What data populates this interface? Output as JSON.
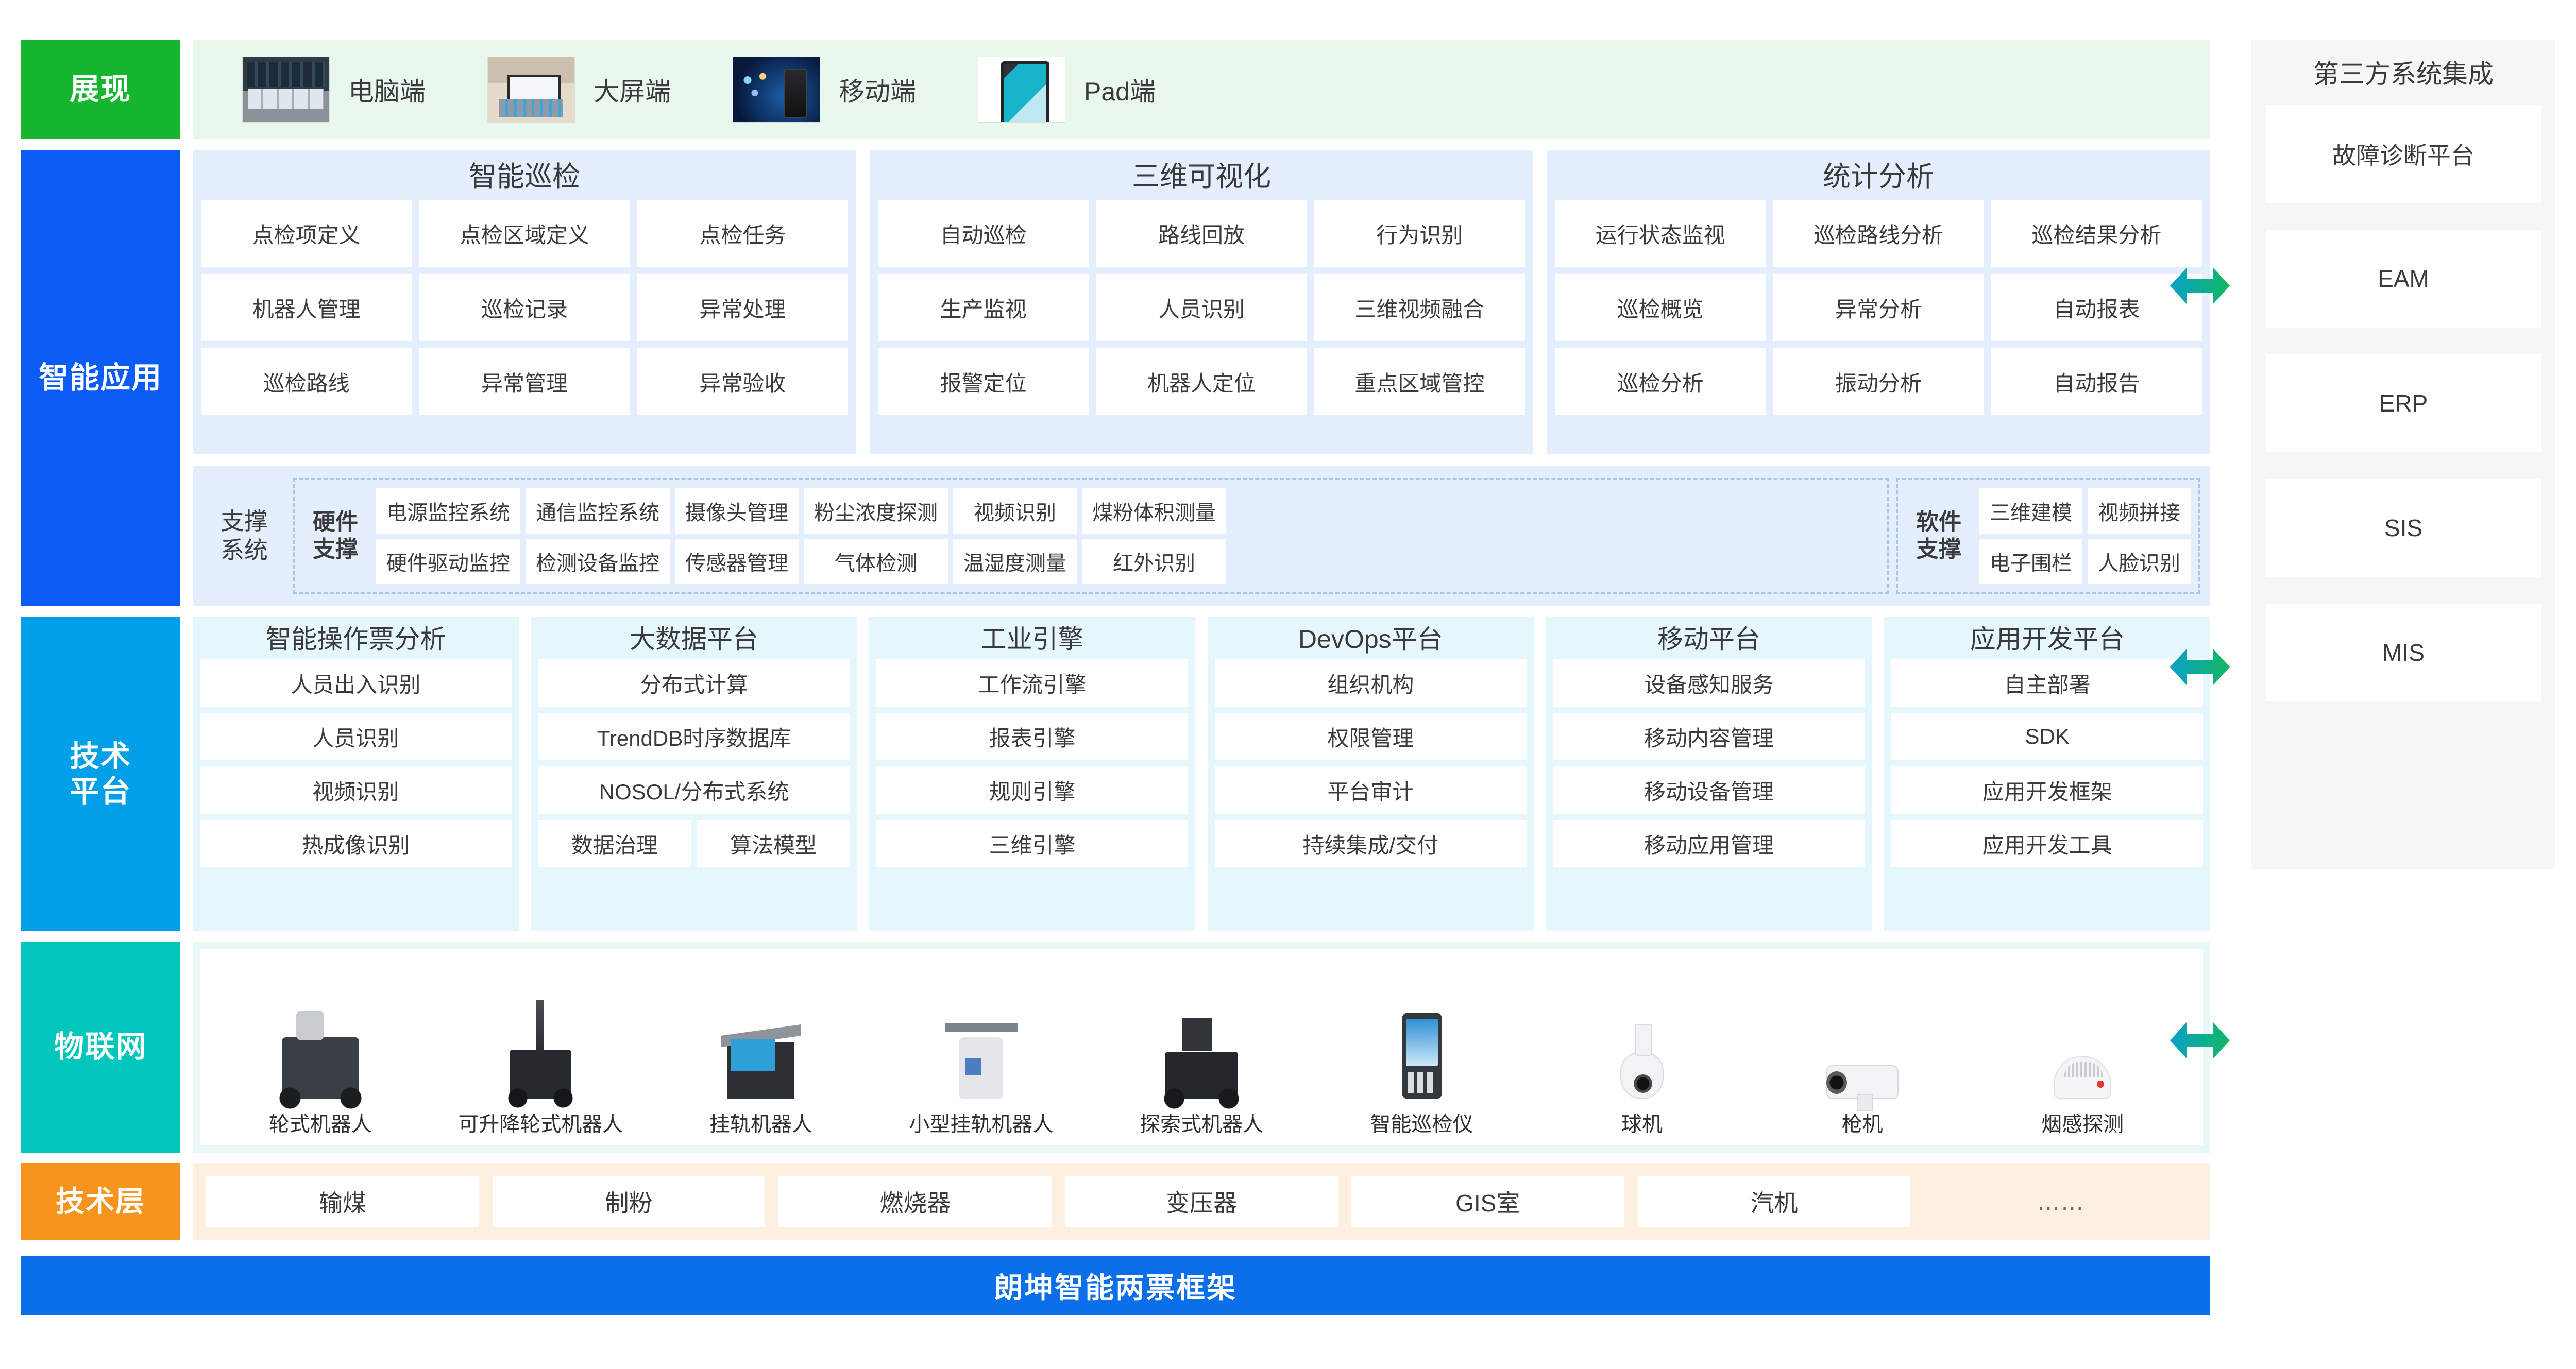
{
  "layers": {
    "present": {
      "tag": "展现",
      "items": [
        {
          "label": "电脑端",
          "thumb": "control-room-thumbnail"
        },
        {
          "label": "大屏端",
          "thumb": "big-screen-hall-thumbnail"
        },
        {
          "label": "移动端",
          "thumb": "smartphone-thumbnail"
        },
        {
          "label": "Pad端",
          "thumb": "tablet-thumbnail"
        }
      ]
    },
    "application": {
      "tag": "智能应用",
      "groups": [
        {
          "title": "智能巡检",
          "cells": [
            "点检项定义",
            "点检区域定义",
            "点检任务",
            "机器人管理",
            "巡检记录",
            "异常处理",
            "巡检路线",
            "异常管理",
            "异常验收"
          ]
        },
        {
          "title": "三维可视化",
          "cells": [
            "自动巡检",
            "路线回放",
            "行为识别",
            "生产监视",
            "人员识别",
            "三维视频融合",
            "报警定位",
            "机器人定位",
            "重点区域管控"
          ]
        },
        {
          "title": "统计分析",
          "cells": [
            "运行状态监视",
            "巡检路线分析",
            "巡检结果分析",
            "巡检概览",
            "异常分析",
            "自动报表",
            "巡检分析",
            "振动分析",
            "自动报告"
          ]
        }
      ],
      "support": {
        "name": "支撑\n系统",
        "name_line1": "支撑",
        "name_line2": "系统",
        "hardware": {
          "label_line1": "硬件",
          "label_line2": "支撑",
          "row1": [
            "电源监控系统",
            "通信监控系统",
            "摄像头管理",
            "粉尘浓度探测",
            "视频识别",
            "煤粉体积测量"
          ],
          "row2": [
            "硬件驱动监控",
            "检测设备监控",
            "传感器管理",
            "气体检测",
            "温湿度测量",
            "红外识别"
          ]
        },
        "software": {
          "label_line1": "软件",
          "label_line2": "支撑",
          "row1": [
            "三维建模",
            "视频拼接"
          ],
          "row2": [
            "电子围栏",
            "人脸识别"
          ]
        }
      }
    },
    "techplatform": {
      "tag": "技术平台",
      "tag_line1": "技术",
      "tag_line2": "平台",
      "columns": [
        {
          "title": "智能操作票分析",
          "items": [
            "人员出入识别",
            "人员识别",
            "视频识别",
            "热成像识别"
          ]
        },
        {
          "title": "大数据平台",
          "items": [
            "分布式计算",
            "TrendDB时序数据库",
            "NOSOL/分布式系统"
          ],
          "split": [
            "数据治理",
            "算法模型"
          ]
        },
        {
          "title": "工业引擎",
          "items": [
            "工作流引擎",
            "报表引擎",
            "规则引擎",
            "三维引擎"
          ]
        },
        {
          "title": "DevOps平台",
          "items": [
            "组织机构",
            "权限管理",
            "平台审计",
            "持续集成/交付"
          ]
        },
        {
          "title": "移动平台",
          "items": [
            "设备感知服务",
            "移动内容管理",
            "移动设备管理",
            "移动应用管理"
          ]
        },
        {
          "title": "应用开发平台",
          "items": [
            "自主部署",
            "SDK",
            "应用开发框架",
            "应用开发工具"
          ]
        }
      ]
    },
    "iot": {
      "tag": "物联网",
      "devices": [
        {
          "label": "轮式机器人",
          "art": "wheeled-robot-icon"
        },
        {
          "label": "可升降轮式机器人",
          "art": "liftable-wheeled-robot-icon"
        },
        {
          "label": "挂轨机器人",
          "art": "rail-mounted-robot-icon"
        },
        {
          "label": "小型挂轨机器人",
          "art": "small-rail-robot-icon"
        },
        {
          "label": "探索式机器人",
          "art": "exploration-robot-icon"
        },
        {
          "label": "智能巡检仪",
          "art": "handheld-inspector-icon"
        },
        {
          "label": "球机",
          "art": "dome-camera-icon"
        },
        {
          "label": "枪机",
          "art": "bullet-camera-icon"
        },
        {
          "label": "烟感探测",
          "art": "smoke-detector-icon"
        }
      ]
    },
    "base": {
      "tag": "技术层",
      "items": [
        "输煤",
        "制粉",
        "燃烧器",
        "变压器",
        "GIS室",
        "汽机"
      ],
      "ellipsis": "……"
    }
  },
  "footer": {
    "text": "朗坤智能两票框架"
  },
  "third_party": {
    "title": "第三方系统集成",
    "items": [
      "故障诊断平台",
      "EAM",
      "ERP",
      "SIS",
      "MIS"
    ]
  },
  "arrows": {
    "name": "bidirectional-arrow",
    "count": 3
  },
  "colors": {
    "present_tag": "#16b630",
    "application_tag": "#0a5cf5",
    "techplatform_tag": "#00a0e9",
    "iot_tag": "#00c6bb",
    "base_tag": "#f7941d",
    "footer": "#0a6fe8",
    "arrow_from": "#0aa0c8",
    "arrow_to": "#11b861",
    "present_bg": "#e9f7ec",
    "application_bg": "#e4eefc",
    "techplatform_bg": "#e6f6fd",
    "iot_bg": "#eaf7f7",
    "base_bg": "#fdf0e1",
    "third_party_bg": "#f5f7f7"
  }
}
